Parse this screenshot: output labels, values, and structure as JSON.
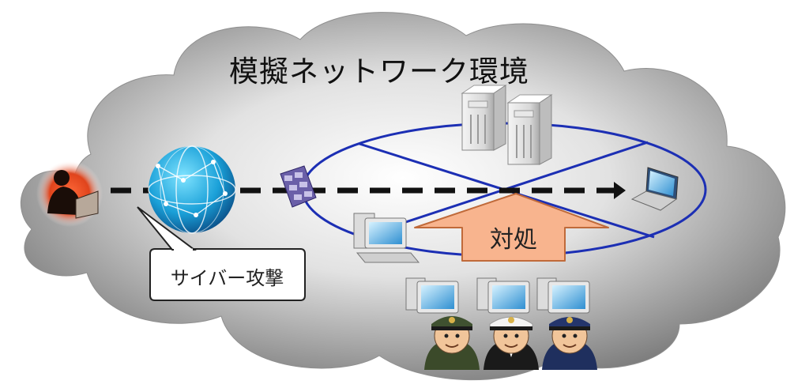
{
  "diagram": {
    "title": "模擬ネットワーク環境",
    "callout_text": "サイバー攻撃",
    "response_text": "対処"
  },
  "colors": {
    "network_line": "#1c2fb4",
    "attack_arrow_dash": "#111111",
    "attack_arrow_glow": "#f4f47a",
    "callout_fill": "#f8b48e",
    "callout_stroke": "#c06a3a",
    "cloud_gradient_inner": "#ffffff",
    "cloud_gradient_outer": "#6e6e6e"
  },
  "icons": [
    "attacker-icon",
    "globe-icon",
    "firewall-icon",
    "server-icon",
    "laptop-icon",
    "desktop-computer-icon",
    "soldier-icon"
  ]
}
